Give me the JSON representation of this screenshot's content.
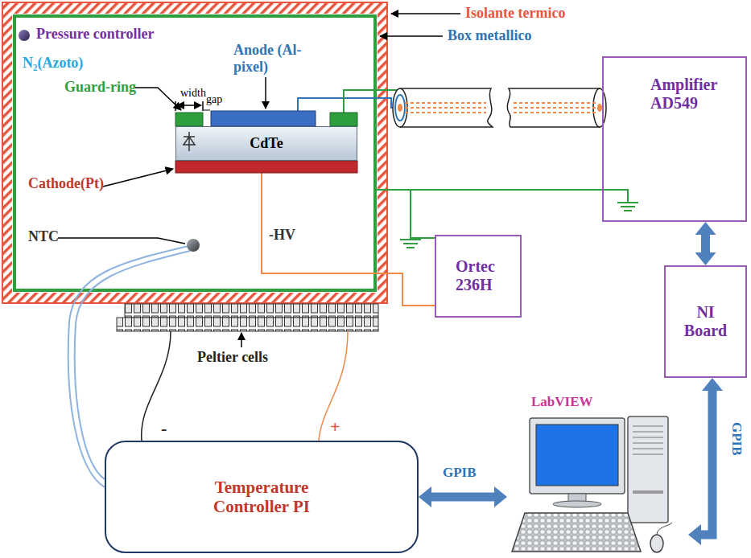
{
  "diagram": {
    "nodes": [
      {
        "text": [
          "CdTe"
        ]
      },
      {
        "text": [
          "Amplifier AD549"
        ]
      },
      {
        "text": [
          "Ortec 236H"
        ]
      },
      {
        "text": [
          "NI Board"
        ]
      },
      {
        "text": [
          "Temperature Controller PI"
        ]
      },
      {
        "text": [
          "LabVIEW"
        ]
      }
    ],
    "edges": [
      {
        "from": 1,
        "to": 3,
        "arrow": "both"
      },
      {
        "from": 4,
        "to": 5,
        "label": "GPIB",
        "arrow": "both"
      },
      {
        "from": 3,
        "to": 5,
        "label": "GPIB",
        "arrow": "both"
      }
    ],
    "labels": [
      "Isolante termico",
      "Box metallico",
      "Pressure controller",
      "N₂(Azoto)",
      "Guard-ring",
      "width",
      "gap",
      "Anode (Al-pixel)",
      "Cathode(Pt)",
      "NTC",
      "-HV",
      "Peltier cells",
      "-",
      "+"
    ]
  }
}
